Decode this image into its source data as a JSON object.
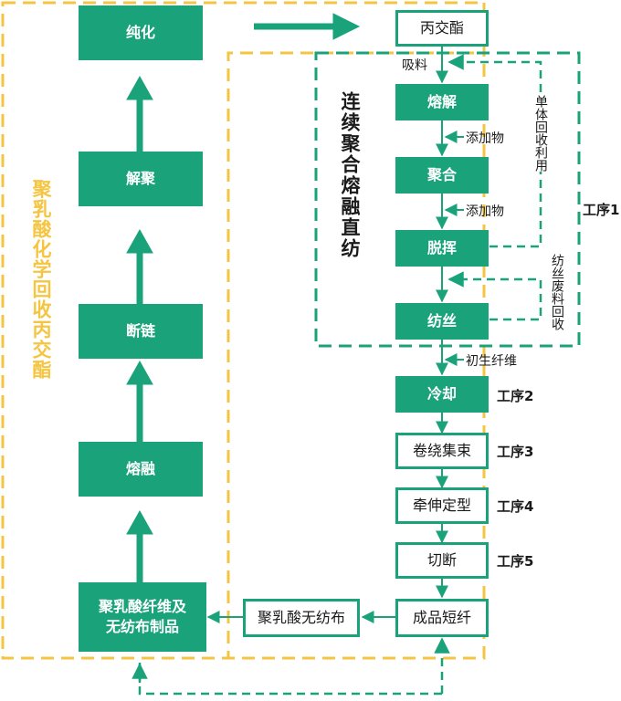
{
  "colors": {
    "green": "#1aa37a",
    "yellow": "#f5c542",
    "text": "#1a1a1a"
  },
  "left_column": {
    "purify": "纯化",
    "depolymerize": "解聚",
    "chain_scission": "断链",
    "melt": "熔融",
    "products": "聚乳酸纤维及\n无纺布制品"
  },
  "left_region_label": "聚乳酸化学回收丙交酯",
  "right_column": {
    "lactide": "丙交酯",
    "melting": "熔解",
    "polymerize": "聚合",
    "devolatilize": "脱挥",
    "spinning": "纺丝",
    "cooling": "冷却",
    "winding": "卷绕集束",
    "drawing": "牵伸定型",
    "cutting": "切断",
    "staple_fiber": "成品短纤",
    "nonwoven": "聚乳酸无纺布"
  },
  "continuous_label": "连续聚合熔融直纺",
  "side_labels": {
    "feed": "吸料",
    "additive1": "添加物",
    "additive2": "添加物",
    "as_spun": "初生纤维",
    "monomer_recycle": "单体回收利用",
    "waste_recycle": "纺丝废料回收"
  },
  "steps": {
    "step1": "工序1",
    "step2": "工序2",
    "step3": "工序3",
    "step4": "工序4",
    "step5": "工序5"
  }
}
